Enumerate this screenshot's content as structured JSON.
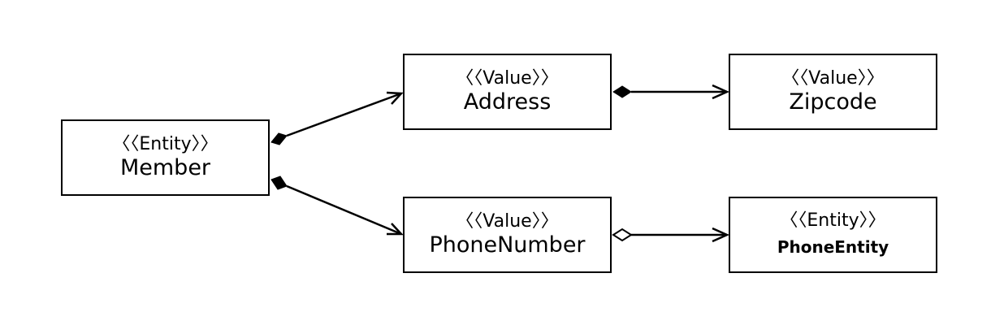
{
  "colors": {
    "stroke": "#000000",
    "background": "#ffffff"
  },
  "classes": {
    "member": {
      "stereotype": "〈〈Entity〉〉",
      "name": "Member"
    },
    "address": {
      "stereotype": "〈〈Value〉〉",
      "name": "Address"
    },
    "zipcode": {
      "stereotype": "〈〈Value〉〉",
      "name": "Zipcode"
    },
    "phone_number": {
      "stereotype": "〈〈Value〉〉",
      "name": "PhoneNumber"
    },
    "phone_entity": {
      "stereotype": "〈〈Entity〉〉",
      "name": "PhoneEntity"
    }
  },
  "relations": [
    {
      "from": "member",
      "to": "address",
      "kind": "composition"
    },
    {
      "from": "member",
      "to": "phone_number",
      "kind": "composition"
    },
    {
      "from": "address",
      "to": "zipcode",
      "kind": "composition"
    },
    {
      "from": "phone_number",
      "to": "phone_entity",
      "kind": "aggregation"
    }
  ]
}
